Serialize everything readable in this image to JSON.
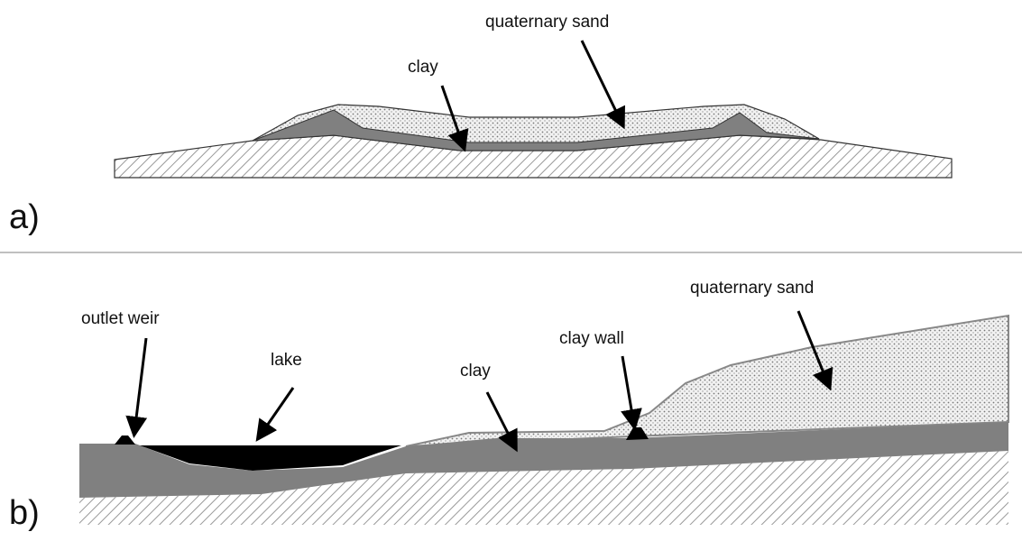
{
  "panel_a": {
    "label": "a)",
    "annotations": {
      "sand": "quaternary sand",
      "clay": "clay"
    }
  },
  "panel_b": {
    "label": "b)",
    "annotations": {
      "weir": "outlet weir",
      "lake": "lake",
      "clay": "clay",
      "clay_wall": "clay wall",
      "sand": "quaternary sand"
    }
  },
  "colors": {
    "clay": "#808080",
    "lake": "#000000",
    "outline": "#333333",
    "divider": "#aaaaaa"
  }
}
